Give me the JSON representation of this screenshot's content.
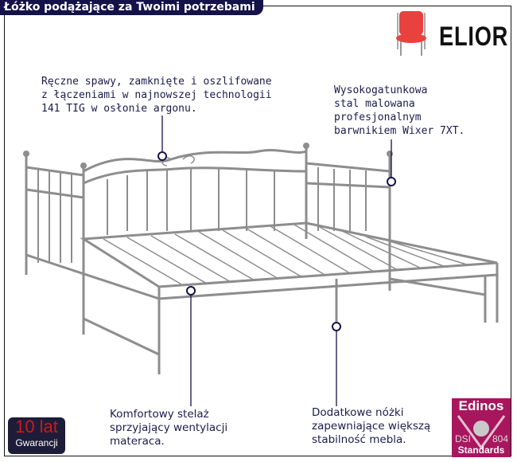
{
  "header": {
    "title": "Łóżko podążające za Twoimi potrzebami"
  },
  "brand": {
    "name": "ELIOR",
    "icon": "chair-icon"
  },
  "annotations": {
    "welding": [
      "Ręczne spawy, zamknięte i oszlifowane",
      "z łączeniami w najnowszej technologii",
      "141 TIG w osłonie argonu."
    ],
    "steel": [
      "Wysokogatunkowa",
      "stal malowana",
      "profesjonalnym",
      "barwnikiem Wixer 7XT."
    ],
    "frame": [
      "Komfortowy stelaż",
      "sprzyjający wentylacji",
      "materaca."
    ],
    "legs": [
      "Dodatkowe nóżki",
      "zapewniające większą",
      "stabilność mebla."
    ]
  },
  "badges": {
    "warranty": {
      "big": "10 lat",
      "small": "Gwarancji"
    },
    "edinos": {
      "title": "Edinos",
      "left": "DSI",
      "right": "804",
      "bottom": "Standards"
    }
  },
  "colors": {
    "navy": "#15124a",
    "text": "#1c1b4d",
    "bed": "#8a8a8a",
    "edinos": "#a8165e",
    "warranty_red": "#d01818"
  }
}
